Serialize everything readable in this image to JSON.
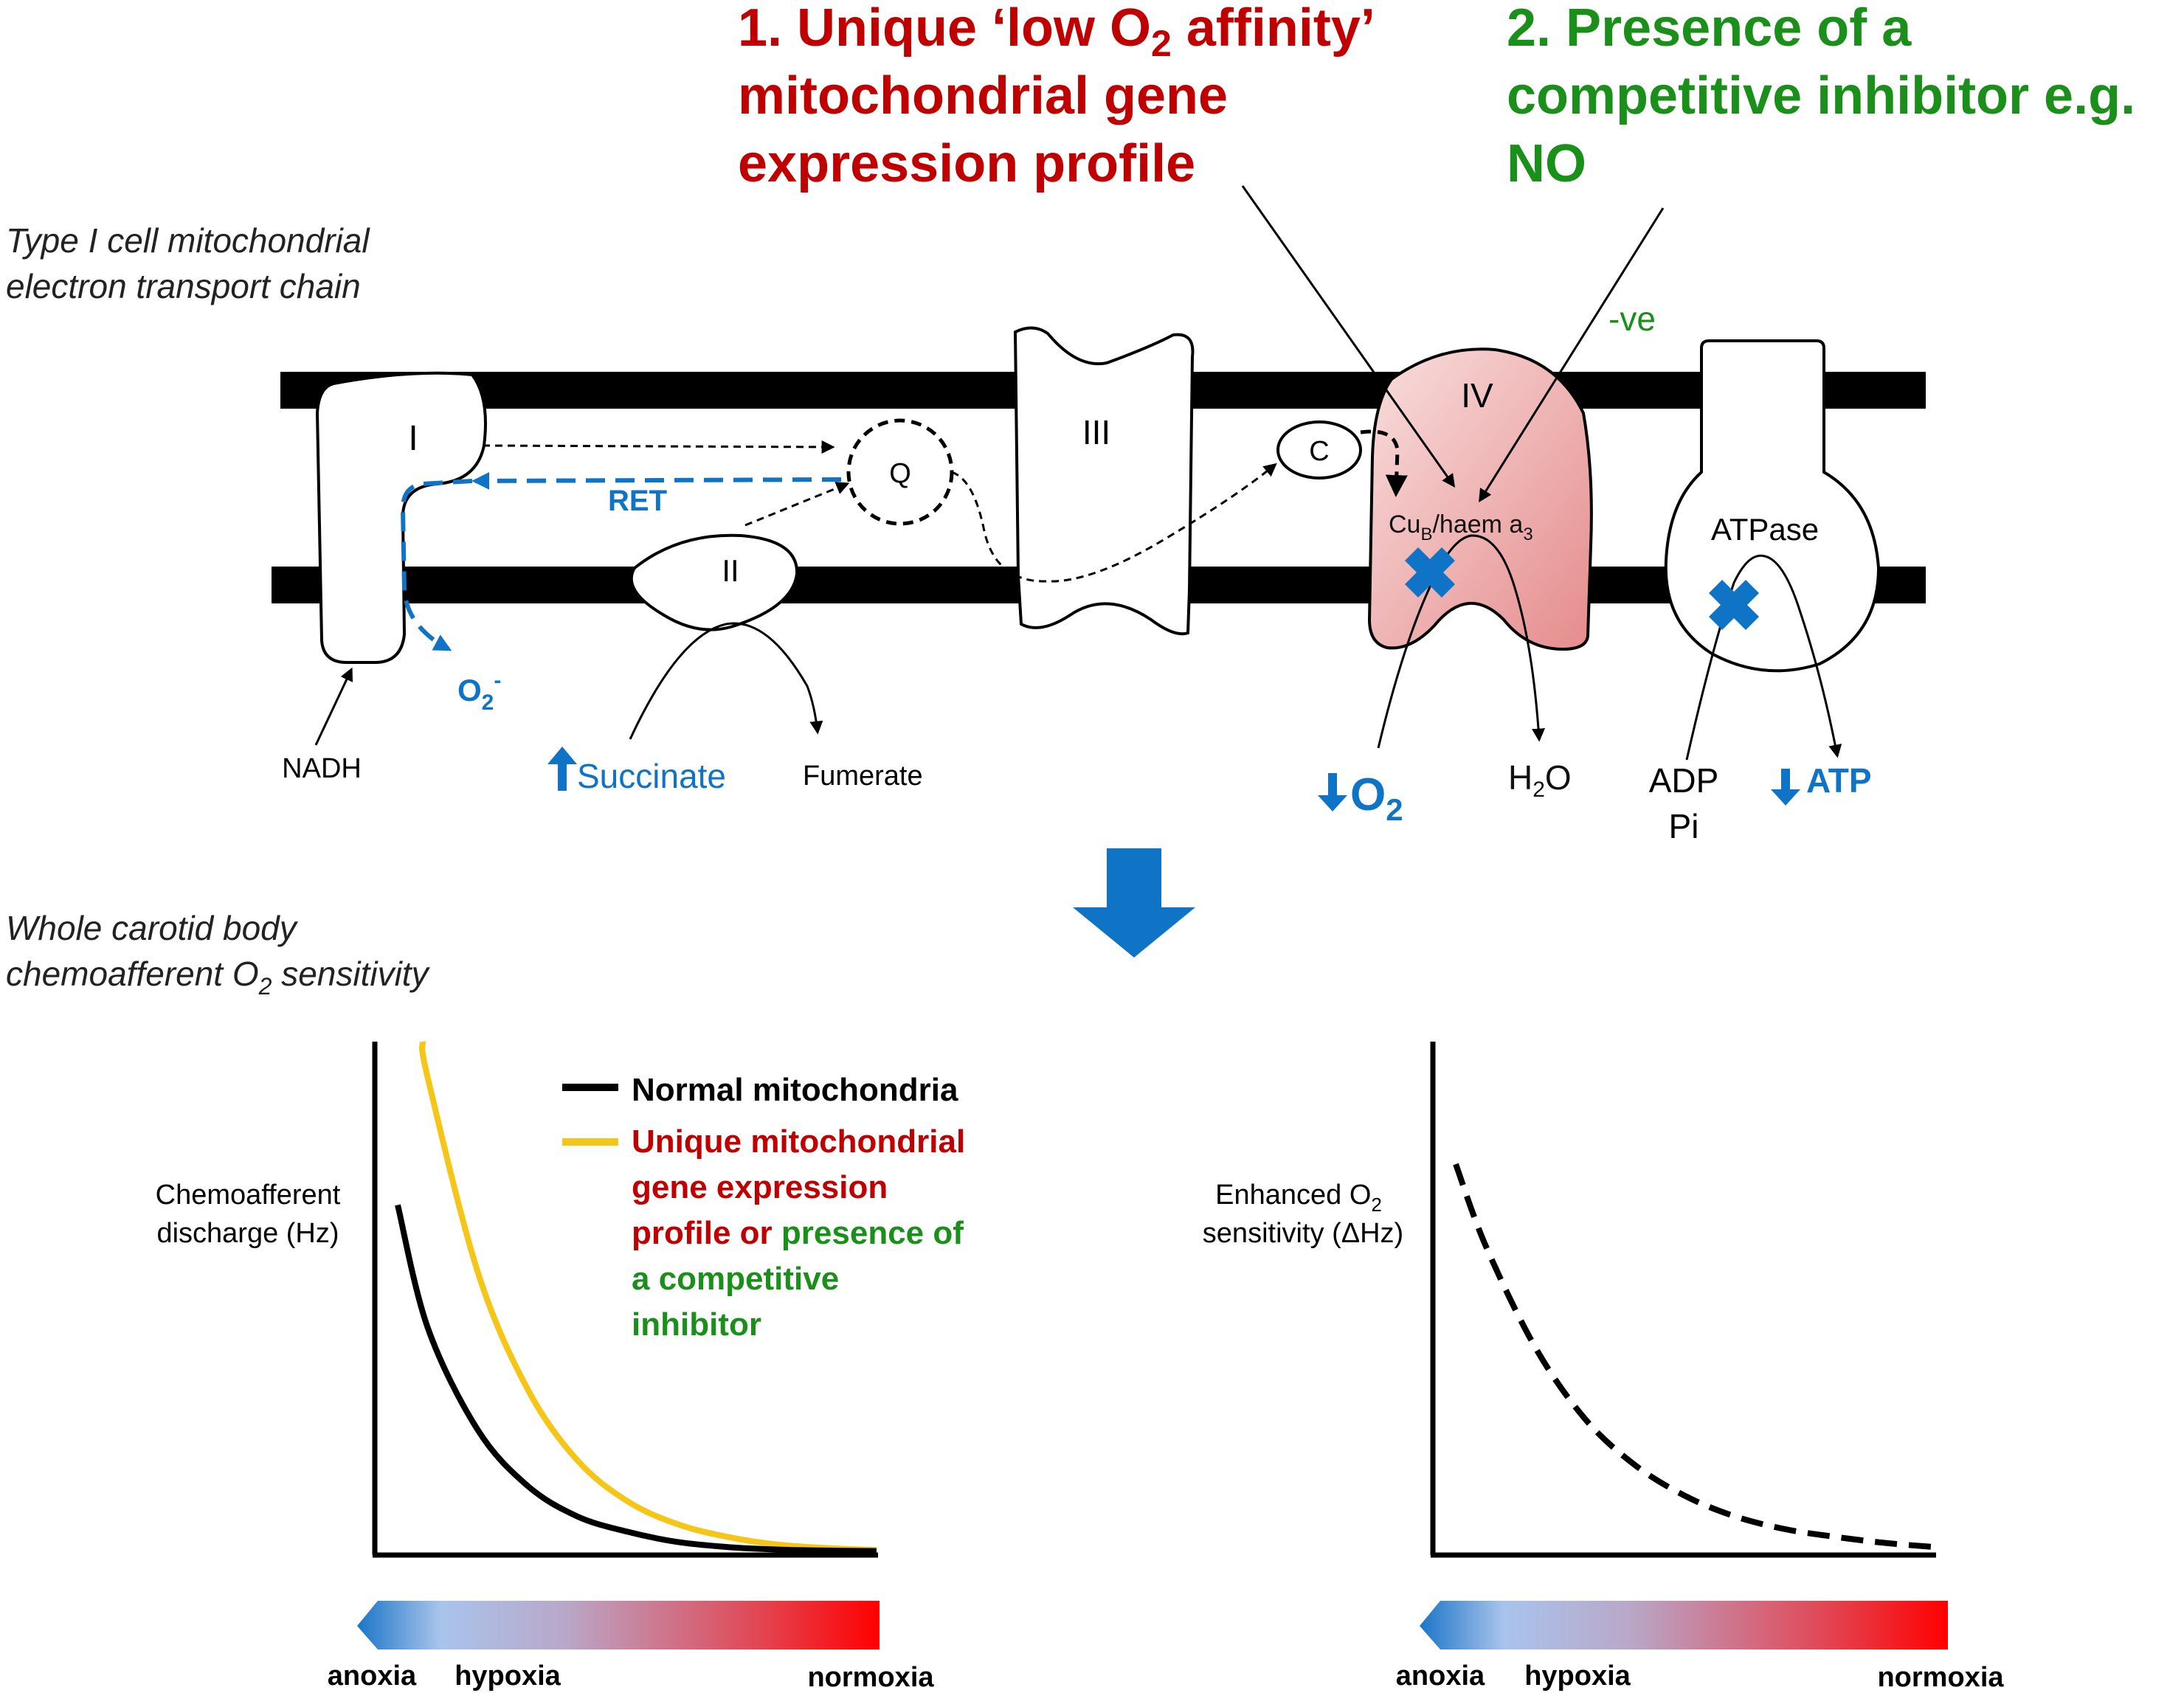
{
  "colors": {
    "red": "#c00000",
    "green": "#1a8f1a",
    "blue": "#0f73c6",
    "black": "#000000",
    "yellow": "#f5c518",
    "complex_iv_fill_light": "#f8d4d4",
    "complex_iv_fill_dark": "#e99393"
  },
  "factors": {
    "factor1_lines": [
      "1. Unique ‘low O",
      "2",
      " affinity’",
      "mitochondrial gene",
      "expression profile"
    ],
    "factor2_lines": [
      "2. Presence of a",
      "competitive inhibitor e.g.",
      "NO"
    ]
  },
  "etc": {
    "section_title_line1": "Type I cell mitochondrial",
    "section_title_line2": "electron transport chain",
    "complex_i": "I",
    "complex_ii": "II",
    "complex_iii": "III",
    "complex_iv": "IV",
    "q": "Q",
    "c": "C",
    "ret": "RET",
    "nadh": "NADH",
    "succinate": "Succinate",
    "fumerate": "Fumerate",
    "superoxide_base": "O",
    "superoxide_sub": "2",
    "superoxide_sup": "-",
    "negative": "-ve",
    "cub_prefix": "Cu",
    "cub_sub": "B",
    "cub_middle": "/haem a",
    "cub_sub2": "3",
    "o2_base": "O",
    "o2_sub": "2",
    "h2o_h": "H",
    "h2o_sub": "2",
    "h2o_o": "O",
    "atpase": "ATPase",
    "adp": "ADP",
    "pi": "Pi",
    "atp": "ATP",
    "icons": [
      "blue-up-arrow-icon",
      "blue-down-arrow-icon",
      "blue-x-mark-icon",
      "big-down-arrow-icon"
    ]
  },
  "sensitivity": {
    "title_line1": "Whole carotid body",
    "title_line2_prefix": "chemoafferent O",
    "title_line2_sub": "2",
    "title_line2_suffix": " sensitivity"
  },
  "chart_data": [
    {
      "type": "line",
      "ylabel_lines": [
        "Chemoafferent",
        "discharge (Hz)"
      ],
      "x_scale_labels": [
        "anoxia",
        "hypoxia",
        "normoxia"
      ],
      "x_scale_direction": "decreasing O2 toward left (arrow)",
      "grid": false,
      "ticks": false,
      "legend_position": "top-right",
      "series": [
        {
          "name": "Normal mitochondria",
          "color": "#000000",
          "style": "solid",
          "x": [
            0.04,
            0.1,
            0.2,
            0.3,
            0.4,
            0.5,
            0.6,
            0.7,
            0.8,
            0.9,
            1.0
          ],
          "y": [
            0.68,
            0.44,
            0.24,
            0.13,
            0.07,
            0.04,
            0.02,
            0.01,
            0.005,
            0.003,
            0.002
          ]
        },
        {
          "name": "Unique mitochondrial gene expression profile or presence of a competitive inhibitor",
          "color": "#f5c518",
          "style": "solid",
          "x": [
            0.09,
            0.1,
            0.2,
            0.3,
            0.4,
            0.5,
            0.6,
            0.7,
            0.8,
            0.9,
            1.0
          ],
          "y": [
            1.0,
            0.93,
            0.55,
            0.32,
            0.18,
            0.1,
            0.055,
            0.03,
            0.015,
            0.008,
            0.004
          ]
        }
      ],
      "legend_text": {
        "normal": "Normal mitochondria",
        "unique_red_1": "Unique mitochondrial",
        "unique_red_2": "gene expression",
        "unique_red_3": "profile or ",
        "unique_green_3": "presence of",
        "unique_green_4": "a competitive",
        "unique_green_5": "inhibitor"
      }
    },
    {
      "type": "line",
      "ylabel_lines": [
        "Enhanced O₂",
        "sensitivity (ΔHz)"
      ],
      "ylabel_line1_prefix": "Enhanced O",
      "ylabel_line1_sub": "2",
      "ylabel_line2": "sensitivity (ΔHz)",
      "x_scale_labels": [
        "anoxia",
        "hypoxia",
        "normoxia"
      ],
      "grid": false,
      "ticks": false,
      "series": [
        {
          "name": "",
          "color": "#000000",
          "style": "dashed",
          "x": [
            0.04,
            0.1,
            0.2,
            0.3,
            0.4,
            0.5,
            0.6,
            0.7,
            0.8,
            0.9,
            1.0
          ],
          "y": [
            0.76,
            0.6,
            0.4,
            0.26,
            0.17,
            0.11,
            0.07,
            0.045,
            0.03,
            0.018,
            0.01
          ]
        }
      ]
    }
  ]
}
